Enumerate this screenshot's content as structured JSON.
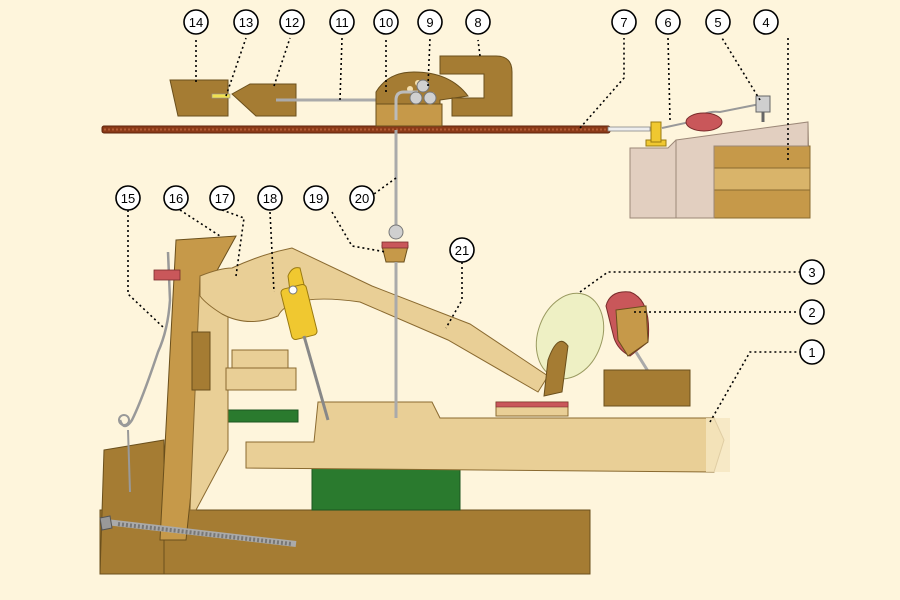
{
  "colors": {
    "background": "#fef5dc",
    "light_wood": "#e9cf96",
    "dark_wood": "#a57c33",
    "mid_wood": "#c69949",
    "green_felt": "#2a7a2e",
    "yellow": "#f0c830",
    "string": "#8b3a18",
    "red_felt": "#c9575a",
    "stone": "#e2cfc0"
  },
  "callouts": [
    {
      "id": "c1",
      "label": "1"
    },
    {
      "id": "c2",
      "label": "2"
    },
    {
      "id": "c3",
      "label": "3"
    },
    {
      "id": "c4",
      "label": "4"
    },
    {
      "id": "c5",
      "label": "5"
    },
    {
      "id": "c6",
      "label": "6"
    },
    {
      "id": "c7",
      "label": "7"
    },
    {
      "id": "c8",
      "label": "8"
    },
    {
      "id": "c9",
      "label": "9"
    },
    {
      "id": "c10",
      "label": "10"
    },
    {
      "id": "c11",
      "label": "11"
    },
    {
      "id": "c12",
      "label": "12"
    },
    {
      "id": "c13",
      "label": "13"
    },
    {
      "id": "c14",
      "label": "14"
    },
    {
      "id": "c15",
      "label": "15"
    },
    {
      "id": "c16",
      "label": "16"
    },
    {
      "id": "c17",
      "label": "17"
    },
    {
      "id": "c18",
      "label": "18"
    },
    {
      "id": "c19",
      "label": "19"
    },
    {
      "id": "c20",
      "label": "20"
    },
    {
      "id": "c21",
      "label": "21"
    }
  ]
}
